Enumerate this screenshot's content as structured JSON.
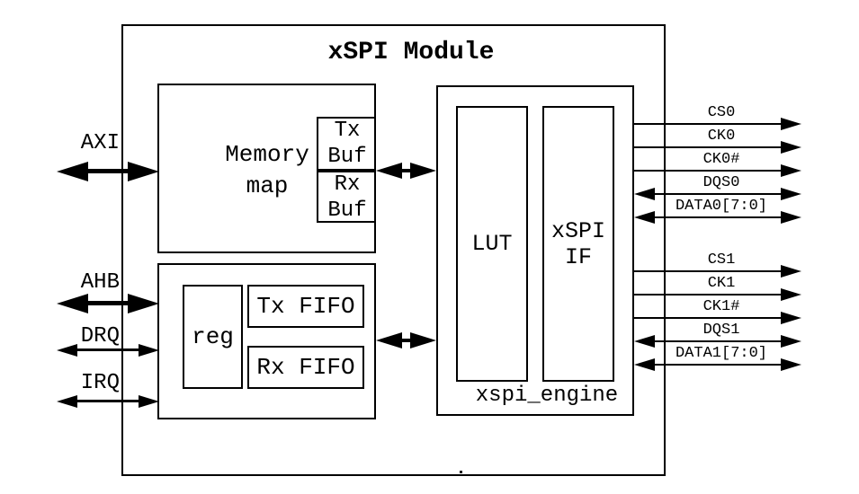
{
  "diagram": {
    "title": "xSPI Module",
    "engine_label": "xspi_engine",
    "footnote_dot": "."
  },
  "blocks": {
    "memory_map": {
      "label_line1": "Memory",
      "label_line2": "map",
      "tx_buf_line1": "Tx",
      "tx_buf_line2": "Buf",
      "rx_buf_line1": "Rx",
      "rx_buf_line2": "Buf"
    },
    "control": {
      "reg": "reg",
      "tx_fifo": "Tx FIFO",
      "rx_fifo": "Rx FIFO"
    },
    "engine": {
      "lut": "LUT",
      "xspi_if_line1": "xSPI",
      "xspi_if_line2": "IF"
    }
  },
  "left_ports": [
    {
      "label": "AXI",
      "direction": "bidirectional",
      "weight": "thick"
    },
    {
      "label": "AHB",
      "direction": "bidirectional",
      "weight": "thick"
    },
    {
      "label": "DRQ",
      "direction": "bidirectional",
      "weight": "thin"
    },
    {
      "label": "IRQ",
      "direction": "bidirectional",
      "weight": "thin"
    }
  ],
  "right_signals": [
    {
      "label": "CS0",
      "direction": "out"
    },
    {
      "label": "CK0",
      "direction": "out"
    },
    {
      "label": "CK0#",
      "direction": "out"
    },
    {
      "label": "DQS0",
      "direction": "bidirectional"
    },
    {
      "label": "DATA0[7:0]",
      "direction": "bidirectional"
    },
    {
      "label": "CS1",
      "direction": "out"
    },
    {
      "label": "CK1",
      "direction": "out"
    },
    {
      "label": "CK1#",
      "direction": "out"
    },
    {
      "label": "DQS1",
      "direction": "bidirectional"
    },
    {
      "label": "DATA1[7:0]",
      "direction": "bidirectional"
    }
  ],
  "colors": {
    "line": "#000000",
    "background": "#ffffff",
    "text": "#000000"
  }
}
